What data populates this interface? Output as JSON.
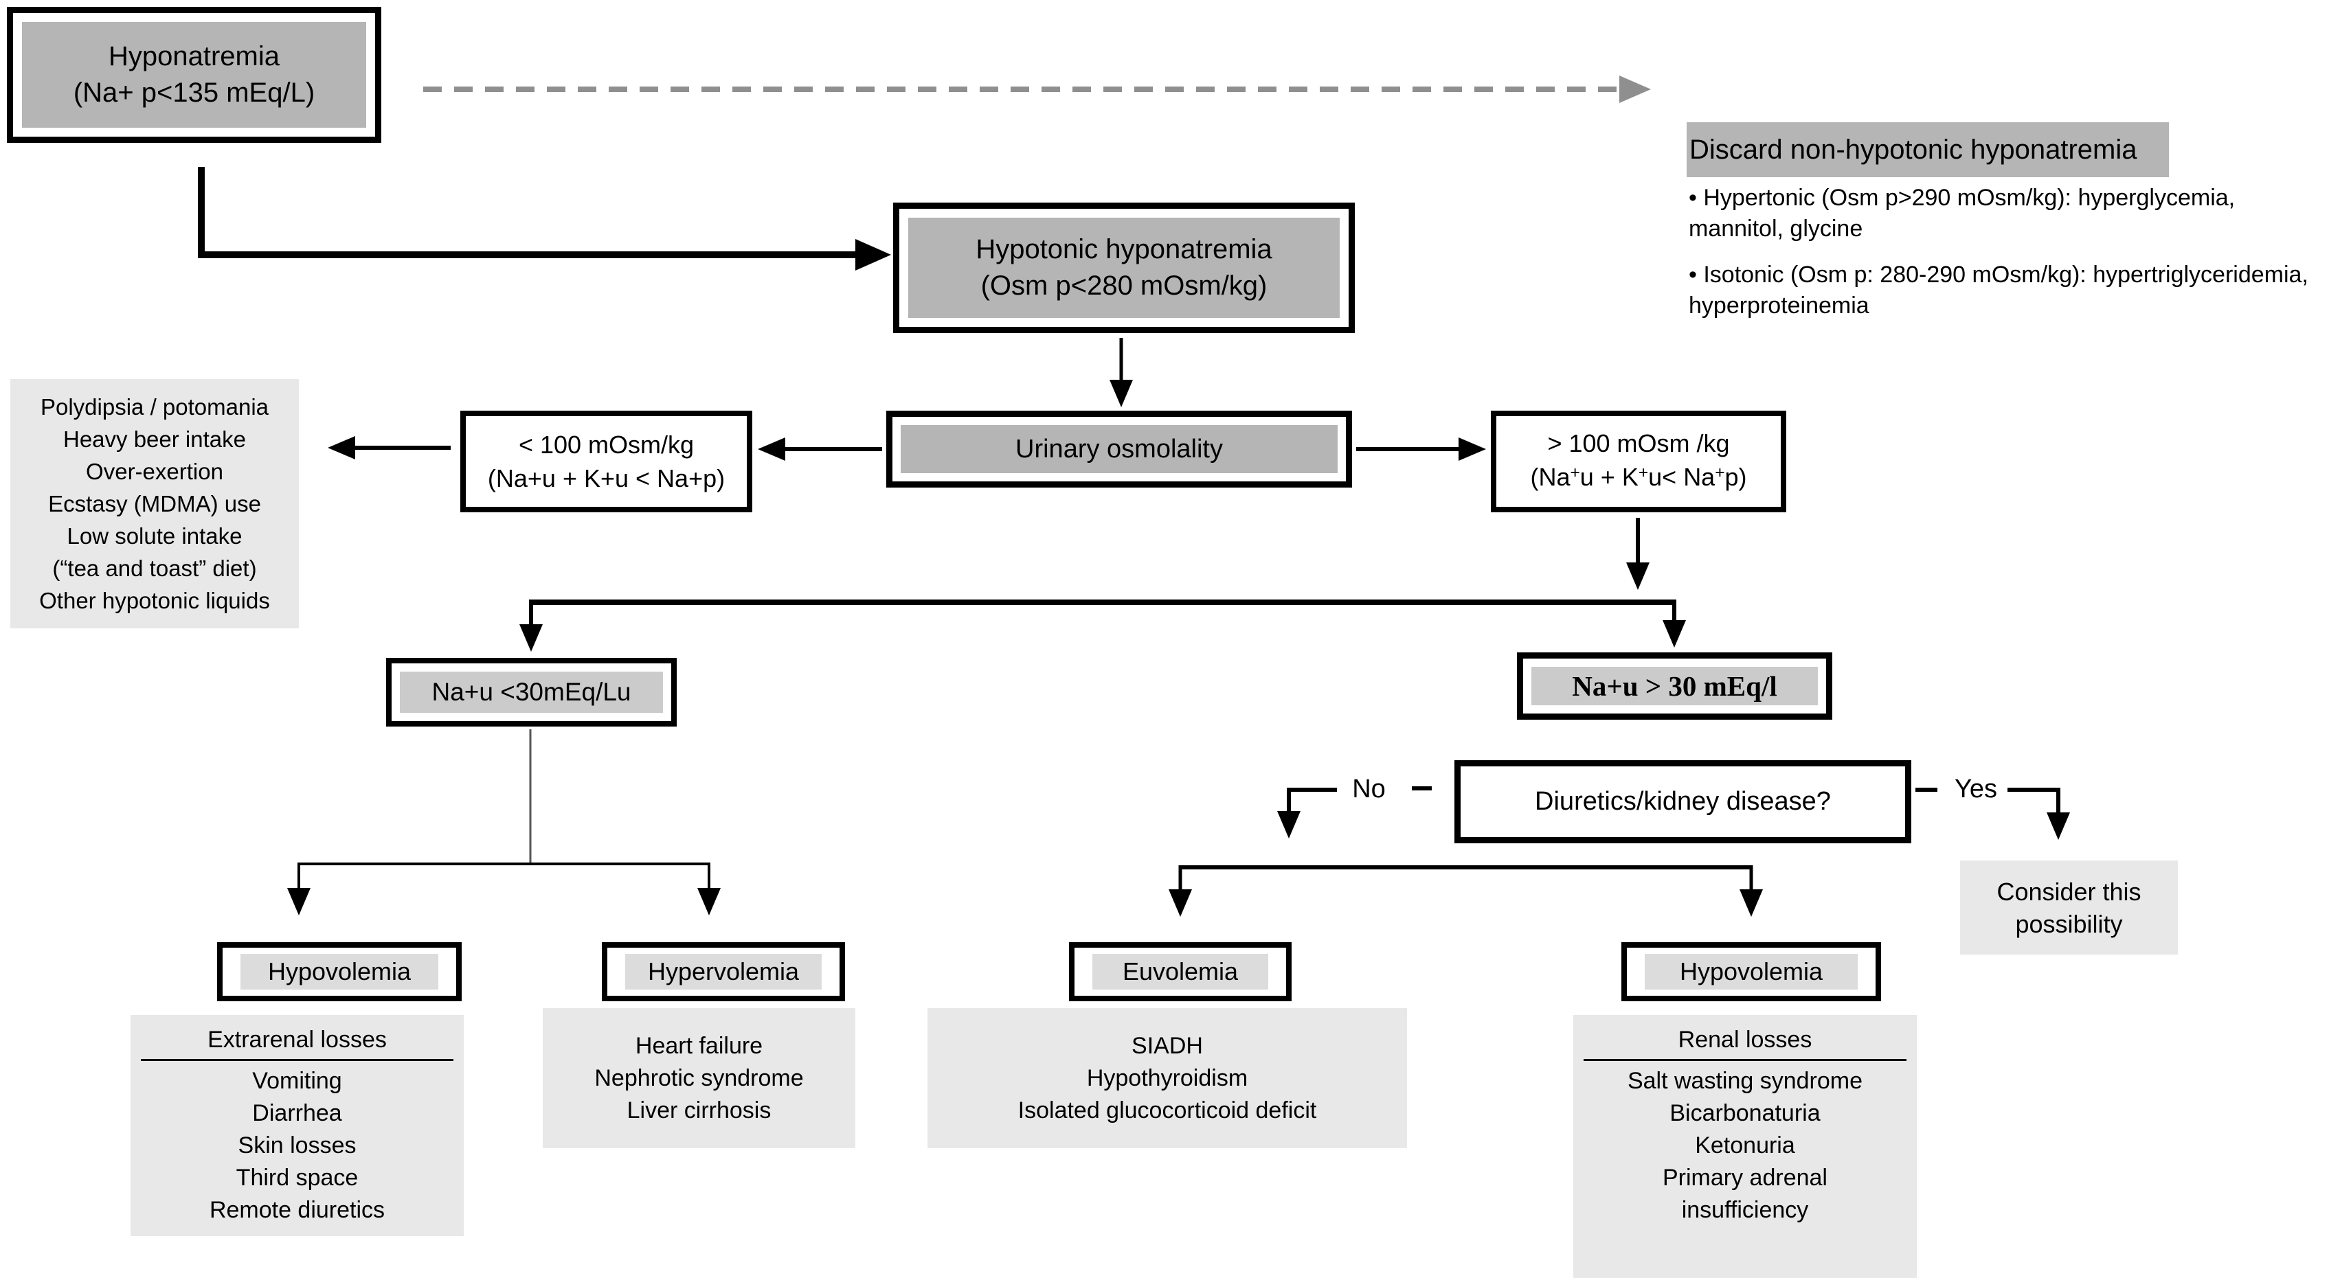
{
  "colors": {
    "box_fill_medium": "#b5b5b5",
    "box_fill_light": "#cbcbcb",
    "label_fill": "#dcdcdc",
    "panel_fill": "#e8e8e8",
    "line": "#000000",
    "dashed_line": "#8f8f8f"
  },
  "boxes": {
    "hyponatremia": {
      "line1": "Hyponatremia",
      "line2": "(Na+ p<135 mEq/L)"
    },
    "hypotonic": {
      "line1": "Hypotonic hyponatremia",
      "line2": "(Osm p<280 mOsm/kg)"
    },
    "urinary": {
      "label": "Urinary osmolality"
    },
    "low_osm": {
      "line1": "< 100 mOsm/kg",
      "line2": "(Na+u + K+u < Na+p)"
    },
    "high_osm": {
      "line1": "> 100 mOsm /kg",
      "formula_parts": [
        "(Na",
        "+",
        "u + K",
        "+",
        "u< Na",
        "+",
        "p)"
      ]
    },
    "na_low": {
      "label": "Na+u <30mEq/Lu"
    },
    "na_high": {
      "label": "Na+u > 30 mEq/l"
    },
    "diuretics": {
      "label": "Diuretics/kidney disease?"
    },
    "no_label": "No",
    "yes_label": "Yes",
    "consider": {
      "line1": "Consider this",
      "line2": "possibility"
    }
  },
  "discard": {
    "title": "Discard non-hypotonic hyponatremia",
    "bullets": [
      {
        "line1": "• Hypertonic (Osm p>290 mOsm/kg): hyperglycemia,",
        "line2": "mannitol, glycine"
      },
      {
        "line1": "• Isotonic (Osm p: 280-290 mOsm/kg): hypertriglyceridemia,",
        "line2": "hyperproteinemia"
      }
    ]
  },
  "left_list": {
    "lines": [
      "Polydipsia / potomania",
      "Heavy beer intake",
      "Over-exertion",
      "Ecstasy (MDMA) use",
      "Low solute intake",
      "(“tea and toast” diet)",
      "Other hypotonic liquids"
    ]
  },
  "outcomes": {
    "hypovolemia_left": {
      "title": "Hypovolemia",
      "header": "Extrarenal losses",
      "lines": [
        "Vomiting",
        "Diarrhea",
        "Skin losses",
        "Third space",
        "Remote diuretics"
      ]
    },
    "hypervolemia": {
      "title": "Hypervolemia",
      "lines": [
        "Heart failure",
        "Nephrotic syndrome",
        "Liver cirrhosis"
      ]
    },
    "euvolemia": {
      "title": "Euvolemia",
      "lines": [
        "SIADH",
        "Hypothyroidism",
        "Isolated glucocorticoid deficit"
      ]
    },
    "hypovolemia_right": {
      "title": "Hypovolemia",
      "header": "Renal losses",
      "lines": [
        "Salt wasting syndrome",
        "Bicarbonaturia",
        "Ketonuria",
        "Primary adrenal",
        "insufficiency"
      ]
    }
  }
}
